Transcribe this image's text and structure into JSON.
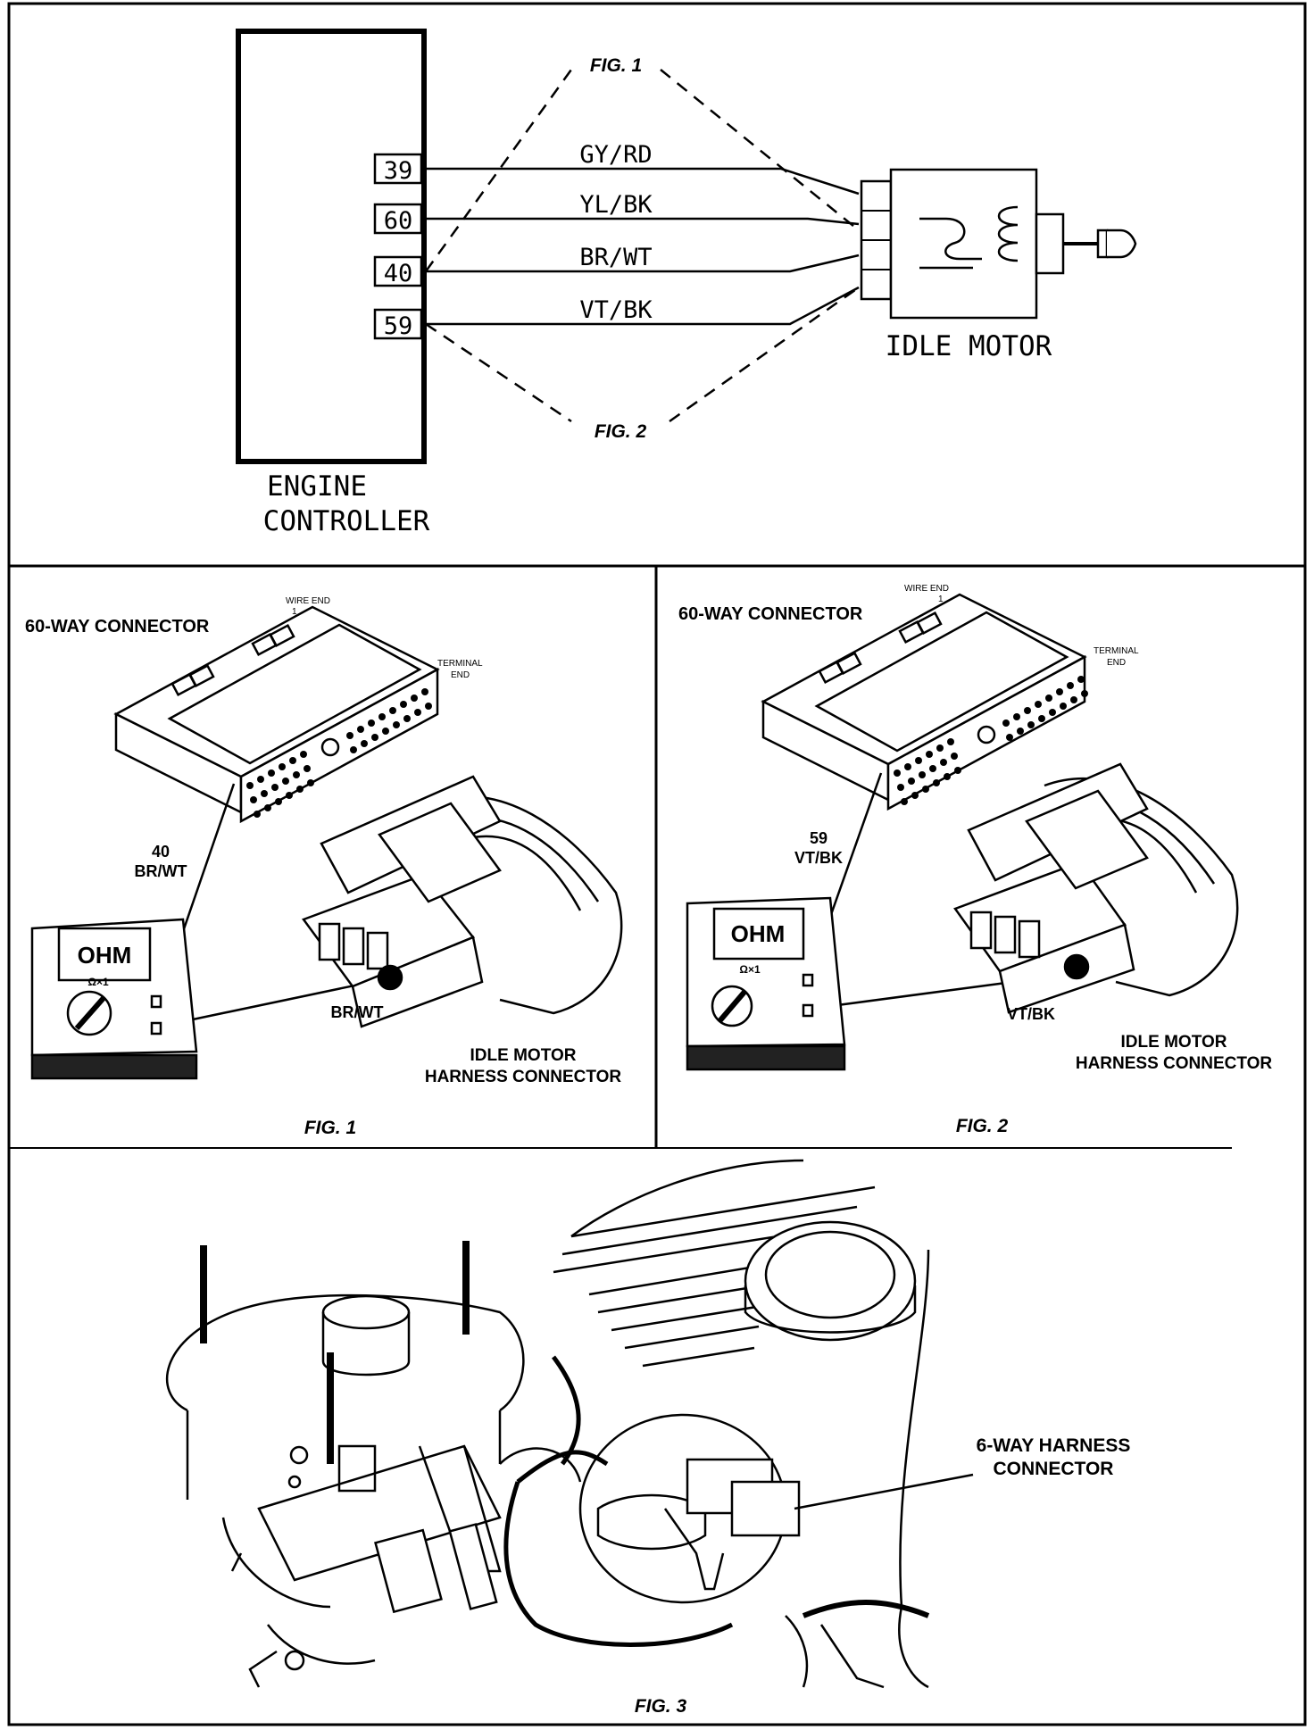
{
  "schematic": {
    "controller_label_line1": "ENGINE",
    "controller_label_line2": "CONTROLLER",
    "motor_label": "IDLE MOTOR",
    "fig1_callout": "FIG. 1",
    "fig2_callout": "FIG. 2",
    "pins": [
      {
        "pin": "39",
        "wire": "GY/RD"
      },
      {
        "pin": "60",
        "wire": "YL/BK"
      },
      {
        "pin": "40",
        "wire": "BR/WT"
      },
      {
        "pin": "59",
        "wire": "VT/BK"
      }
    ]
  },
  "fig1": {
    "connector_title": "60-WAY CONNECTOR",
    "wire_end": "WIRE END",
    "wire_end_num": "1",
    "terminal_end_1": "TERMINAL",
    "terminal_end_2": "END",
    "probe_pin": "40",
    "probe_wire": "BR/WT",
    "meter_display": "OHM",
    "meter_range": "Ω×1",
    "harness_wire": "BR/WT",
    "harness_label_1": "IDLE MOTOR",
    "harness_label_2": "HARNESS CONNECTOR",
    "caption": "FIG. 1"
  },
  "fig2": {
    "connector_title": "60-WAY CONNECTOR",
    "wire_end": "WIRE END",
    "wire_end_num": "1",
    "terminal_end_1": "TERMINAL",
    "terminal_end_2": "END",
    "probe_pin": "59",
    "probe_wire": "VT/BK",
    "meter_display": "OHM",
    "meter_range": "Ω×1",
    "harness_wire": "VT/BK",
    "harness_label_1": "IDLE MOTOR",
    "harness_label_2": "HARNESS CONNECTOR",
    "caption": "FIG. 2"
  },
  "fig3": {
    "callout_1": "6-WAY HARNESS",
    "callout_2": "CONNECTOR",
    "caption": "FIG. 3"
  }
}
